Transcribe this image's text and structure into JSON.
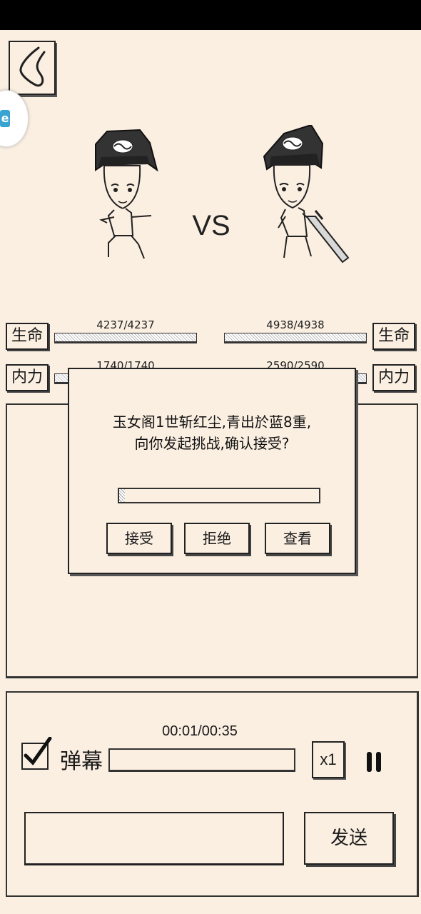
{
  "vs_text": "VS",
  "player": {
    "hp_label": "生命",
    "hp_value": "4237/4237",
    "mp_label": "内力",
    "mp_value": "1740/1740"
  },
  "opponent": {
    "hp_label": "生命",
    "hp_value": "4938/4938",
    "mp_label": "内力",
    "mp_value": "2590/2590"
  },
  "dialog": {
    "line1": "玉女阁1世斩红尘,青出於蓝8重,",
    "line2": "向你发起挑战,确认接受?",
    "accept": "接受",
    "reject": "拒绝",
    "view": "查看",
    "countdown_progress": 0.03
  },
  "playback": {
    "time": "00:01/00:35",
    "danmu_label": "弹幕",
    "danmu_checked": true,
    "speed": "x1",
    "send": "发送"
  },
  "float_ball_tag": "e"
}
